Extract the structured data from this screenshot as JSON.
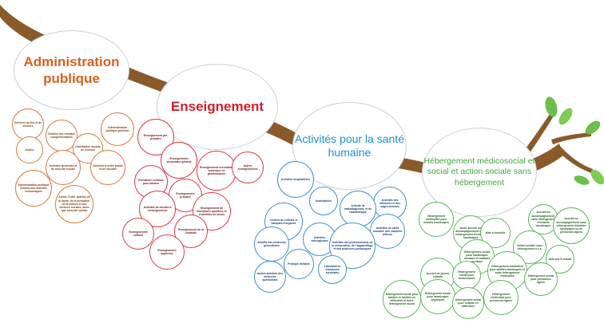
{
  "groups": [
    {
      "key": "admin",
      "title": "Administration publique",
      "color": "#d9611a",
      "nodes": [
        "Services du feu et de secours",
        "Gestion des retraites complémentaires",
        "Administration publique générale",
        "Justice",
        "Distribution sociale de revenus",
        "Activités générales et de sécurité sociale",
        "Activités d'ordre public et de sécurité",
        "Administration publique (tutelle) des activités économiques",
        "Admin. Publi. (tutelle) de la santé, de la formation, de la culture et des services sociaux, autre que sécurité sociale"
      ]
    },
    {
      "key": "ens",
      "title": "Enseignement",
      "color": "#d11f2d",
      "nodes": [
        "Enseignement pré-primaire",
        "Enseignement secondaire général",
        "Formation continue pour adultes",
        "Enseignement secondaire technique ou professionnel",
        "Autres enseignements",
        "Enseignement primaire",
        "Activités de soutien à l'enseignement",
        "Enseignement de disciplines sportives et d'activités de loisirs",
        "Enseignement de la conduite",
        "Enseignement culturel",
        "Enseignement supérieur"
      ]
    },
    {
      "key": "sante",
      "title": "Activités pour la santé humaine",
      "color": "#1d8fd6",
      "nodes": [
        "Activités hospitalières",
        "Activités des infirmiers et des sages-femmes",
        "Ambulances",
        "Activité de radiodiagnostic et de radiothérapie",
        "Centres de collecte et banques d'organes",
        "Activités de santé humaine non classées ailleurs",
        "Activité des médecins généralistes",
        "Activités chirurgicales",
        "Activités des professionnels de la rééducation, de l'appareillage et des pédicures-podologues",
        "Pratique dentaire",
        "Laboratoires d'analyses médicales",
        "Autres activités des médecins spécialistes"
      ]
    },
    {
      "key": "heb",
      "title": "Hébergement médicosocial et social et action sociale sans hébergement",
      "color": "#3fa83b",
      "nodes": [
        "Hébergement médicalisé pour enfants handicapés",
        "Accueil ou accompagnement sans hébergement d'enfants handicapés",
        "Autre accueil ou accompagnement sans hébergement d'enfants handicapés",
        "Aide à domicile",
        "Accueil ou accompagnement sans hébergement d'adultes handicapés ou de personnes âgées",
        "Action sociale sans hébergement n.c.a.",
        "Hébergement social pour handicapés mentaux et malades mentaux",
        "Aide par le travail",
        "Accueil de jeunes enfants",
        "Hébergement social pour toxicomanes",
        "Hébergement médicalisé pour adultes handicapés et autre hébergement médicalisé",
        "Hébergement social pour personnes âgées",
        "Hébergement social pour handicapés physiques",
        "Hébergement social pour enfants en difficultés",
        "Hébergement médicalisé pour personnes âgées",
        "Hébergement social pour adultes et familles en difficultés et autre hébergement social"
      ]
    }
  ]
}
